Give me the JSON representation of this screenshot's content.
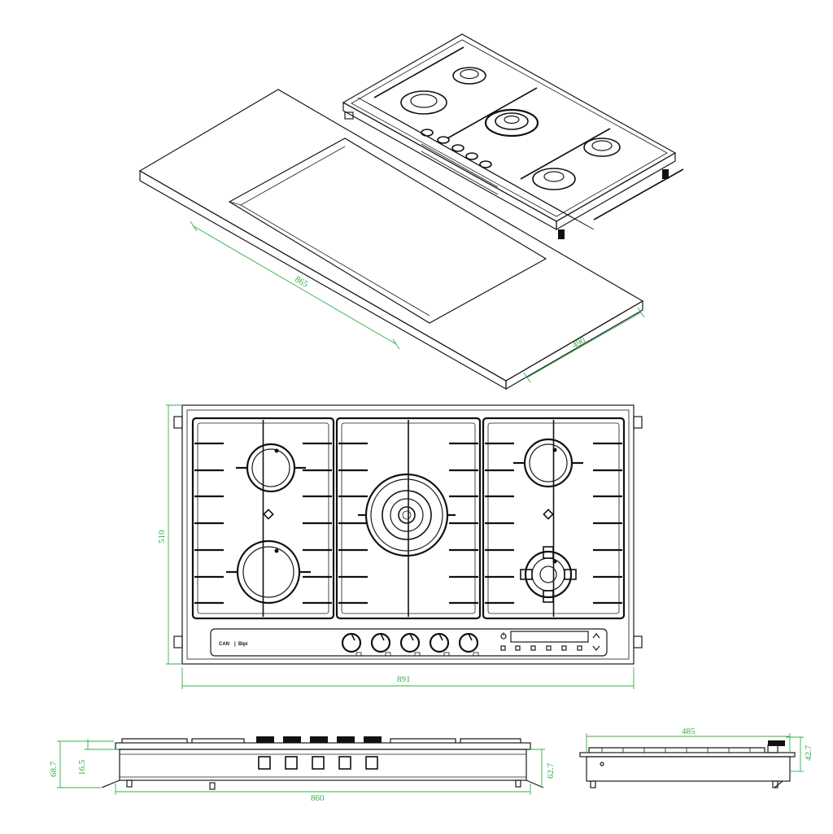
{
  "colors": {
    "line": "#1a1a1a",
    "dimension": "#33b04a",
    "background": "#ffffff"
  },
  "views": {
    "iso": {
      "cutout_length": "865",
      "cutout_width": "490"
    },
    "top": {
      "width": "891",
      "depth": "510",
      "brand_primary": "CAN",
      "brand_separator": "|",
      "brand_secondary": "Bipi",
      "knob_count": 5,
      "burner_count": 5
    },
    "front": {
      "width": "860",
      "total_height": "68.7",
      "above_top": "16.5",
      "below_top": "62.7"
    },
    "side": {
      "depth": "485",
      "height": "42.7"
    }
  }
}
